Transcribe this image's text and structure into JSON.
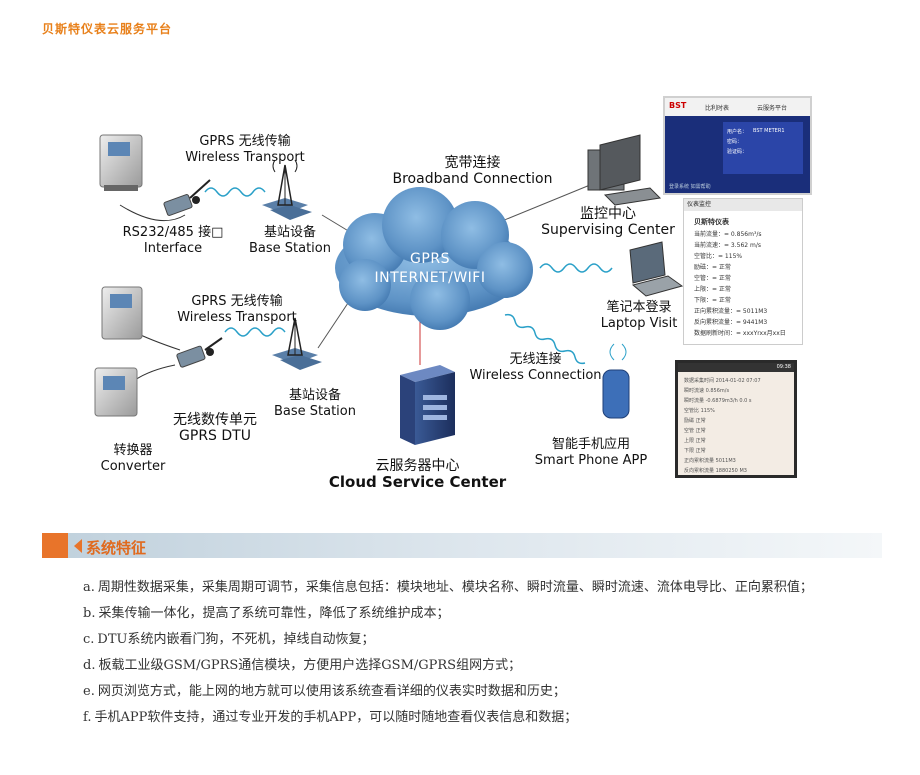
{
  "header": {
    "title": "贝斯特仪表云服务平台"
  },
  "diagram": {
    "cloud": {
      "line1": "GPRS",
      "line2": "INTERNET/WIFI"
    },
    "wireless_top": {
      "zh": "GPRS  无线传输",
      "en": "Wireless Transport"
    },
    "interface": {
      "zh": "RS232/485 接□",
      "en": "Interface"
    },
    "base_station_top": {
      "zh": "基站设备",
      "en": "Base Station"
    },
    "wireless_mid": {
      "zh": "GPRS  无线传输",
      "en": "Wireless Transport"
    },
    "base_station_mid": {
      "zh": "基站设备",
      "en": "Base Station"
    },
    "dtu": {
      "zh": "无线数传单元",
      "en": "GPRS DTU"
    },
    "converter": {
      "zh": "转换器",
      "en": "Converter"
    },
    "broadband": {
      "zh": "宽带连接",
      "en": "Broadband Connection"
    },
    "supervising": {
      "zh": "监控中心",
      "en": "Supervising Center"
    },
    "laptop": {
      "zh": "笔记本登录",
      "en": "Laptop Visit"
    },
    "wireless_conn": {
      "zh": "无线连接",
      "en": "Wireless Connection"
    },
    "smartphone": {
      "zh": "智能手机应用",
      "en": "Smart Phone APP"
    },
    "cloud_center": {
      "zh": "云服务器中心",
      "en": "Cloud Service  Center"
    },
    "login_screen": {
      "logo": "BST",
      "title": "比利时表",
      "subtitle": "云服务平台",
      "rows": [
        "用户名：",
        "密码：",
        "验证码："
      ],
      "user": "BST METER1",
      "footer": "登录系统  如需帮助"
    },
    "data_screen": {
      "bar": "仪表监控",
      "title": "贝斯特仪表",
      "lines": [
        "当前流量：= 0.856m³/s",
        "当前流速：= 3.562 m/s",
        "空管比：= 115%",
        "励磁：= 正常",
        "空管：= 正常",
        "上限：= 正常",
        "下限：= 正常",
        "正向累积流量：= 5011M3",
        "反向累积流量：= 9441M3",
        "数据刷新时间：= xxxYrxx月xx日"
      ]
    },
    "phone_screen": {
      "time": "09:38",
      "lines": [
        "数据采集时间 2014-01-02 07:07",
        "瞬时流速 0.856m/s",
        "瞬时流量 -0.6879m3/h 0.0 s",
        "空管比 115%",
        "励磁 正常",
        "空管 正常",
        "上限 正常",
        "下限 正常",
        "正向累积流量 5011M3",
        "反向累积流量 1880250 M3"
      ]
    }
  },
  "section": {
    "title": "系统特征"
  },
  "features": [
    {
      "prefix": "a.",
      "text": "周期性数据采集，采集周期可调节，采集信息包括：模块地址、模块名称、瞬时流量、瞬时流速、流体电导比、正向累积值；"
    },
    {
      "prefix": "b.",
      "text": "采集传输一体化，提高了系统可靠性，降低了系统维护成本；"
    },
    {
      "prefix": "c.",
      "text": "DTU系统内嵌看门狗，不死机，掉线自动恢复；"
    },
    {
      "prefix": "d.",
      "text": "板载工业级GSM/GPRS通信模块，方便用户选择GSM/GPRS组网方式；"
    },
    {
      "prefix": "e.",
      "text": "网页浏览方式，能上网的地方就可以使用该系统查看详细的仪表实时数据和历史；"
    },
    {
      "prefix": "f.",
      "text": "手机APP软件支持，通过专业开发的手机APP，可以随时随地查看仪表信息和数据；"
    }
  ],
  "colors": {
    "accent": "#e8742a",
    "cloud": "#5e93c6",
    "title": "#e8801a"
  }
}
